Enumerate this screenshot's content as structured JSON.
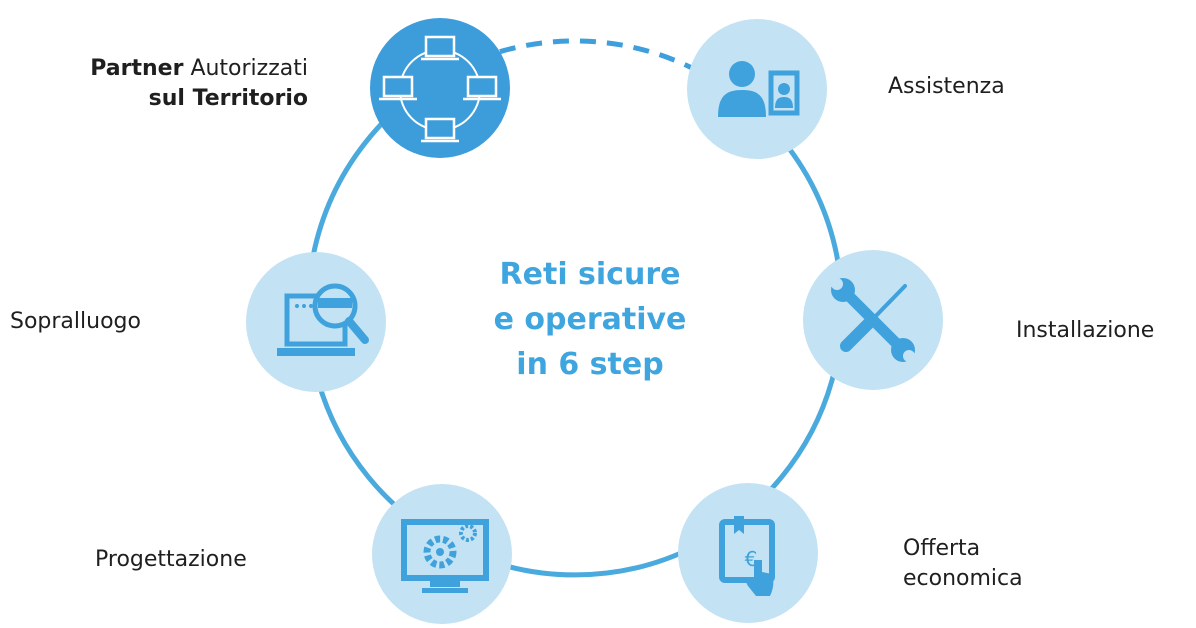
{
  "title": {
    "line1": "Reti sicure",
    "line2": "e operative",
    "line3": "in 6 step"
  },
  "steps": [
    {
      "id": "partner",
      "label_bold_1": "Partner",
      "label_regular_1": "Autorizzati",
      "label_bold_2": "sul Territorio",
      "icon": "network-laptops-icon",
      "highlighted": true
    },
    {
      "id": "assistenza",
      "label": "Assistenza",
      "icon": "video-call-person-icon"
    },
    {
      "id": "installazione",
      "label": "Installazione",
      "icon": "wrench-screwdriver-icon"
    },
    {
      "id": "offerta",
      "label_line1": "Offerta",
      "label_line2": "economica",
      "icon": "tablet-euro-tap-icon"
    },
    {
      "id": "progettazione",
      "label": "Progettazione",
      "icon": "monitor-gears-icon"
    },
    {
      "id": "sopralluogo",
      "label": "Sopralluogo",
      "icon": "laptop-magnifier-icon"
    }
  ],
  "colors": {
    "accent": "#3ea5df",
    "ring": "#4aaade",
    "node_fill": "#c3e2f4",
    "node_highlight": "#3d9ddb",
    "icon": "#3fa2dc",
    "text": "#1f1f1f"
  }
}
